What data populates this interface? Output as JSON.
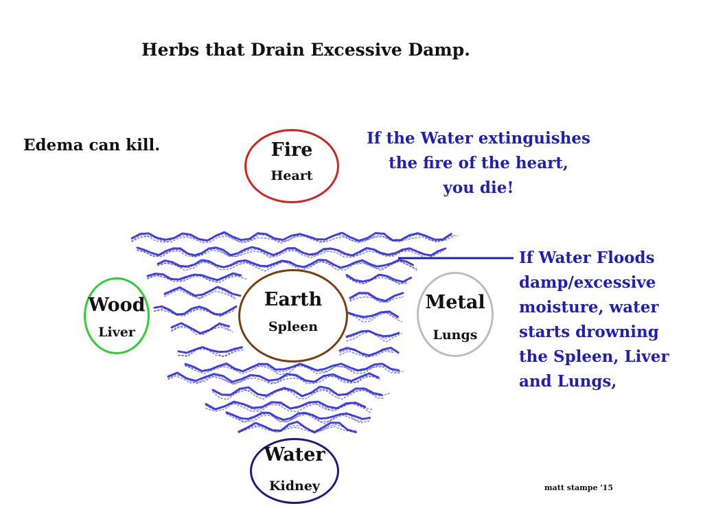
{
  "title": "Herbs that Drain Excessive Damp.",
  "left_note": "Edema can kill.",
  "fire_note": {
    "lines": [
      "If the Water extinguishes",
      "the fire of the heart,",
      "you die!"
    ]
  },
  "flood_note": {
    "lines": [
      "If Water Floods",
      "damp/excessive",
      "moisture, water",
      "starts drowning",
      "the Spleen, Liver",
      "and Lungs,"
    ]
  },
  "credit": "matt stampe '15",
  "colors": {
    "annotation": "#1f1fb8",
    "water_scribble": "#2a2ae0",
    "fire": "#d42020",
    "wood": "#2ad12a",
    "earth": "#7a3d10",
    "metal": "#bdbdbd",
    "water": "#1a1a80"
  },
  "elements": {
    "fire": {
      "element": "Fire",
      "organ": "Heart"
    },
    "wood": {
      "element": "Wood",
      "organ": "Liver"
    },
    "earth": {
      "element": "Earth",
      "organ": "Spleen"
    },
    "metal": {
      "element": "Metal",
      "organ": "Lungs"
    },
    "water": {
      "element": "Water",
      "organ": "Kidney"
    }
  }
}
